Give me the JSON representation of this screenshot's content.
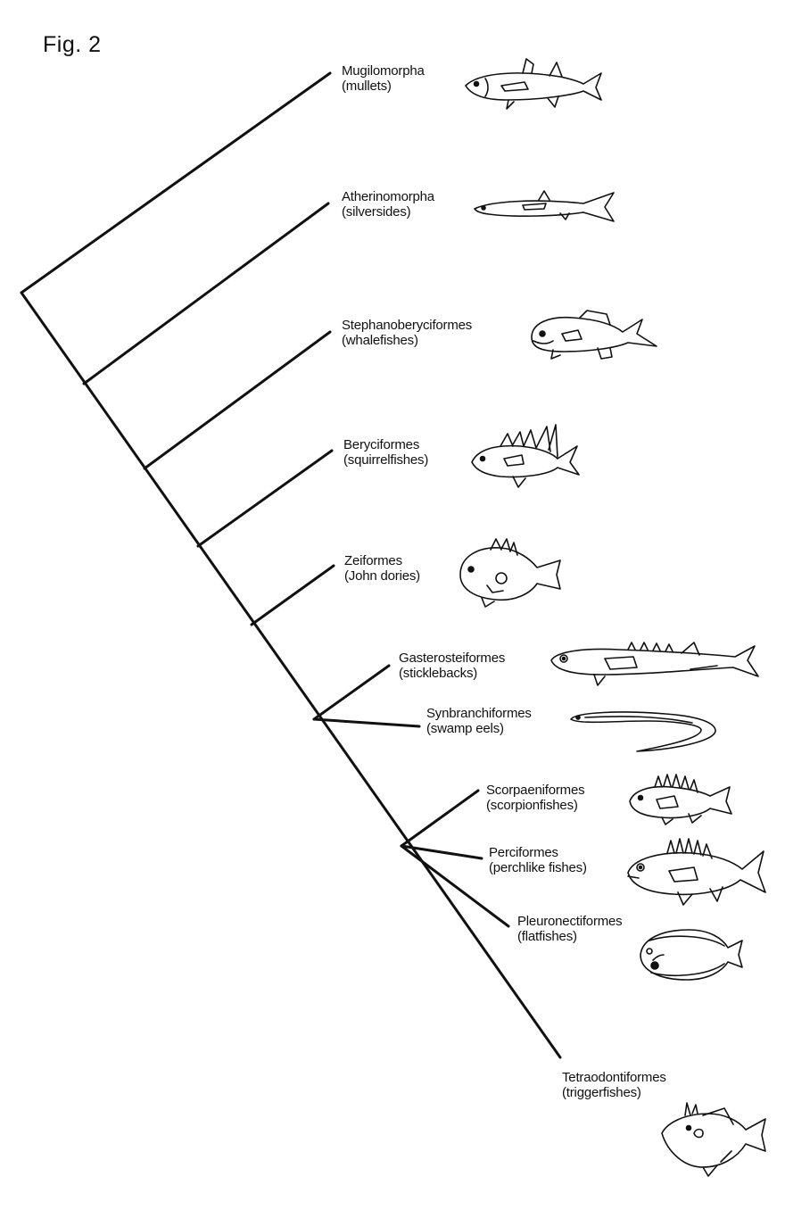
{
  "figure_label": "Fig. 2",
  "taxa": [
    {
      "name": "Mugilomorpha",
      "common": "(mullets)",
      "icon": "mullet-icon"
    },
    {
      "name": "Atherinomorpha",
      "common": "(silversides)",
      "icon": "silverside-icon"
    },
    {
      "name": "Stephanoberyciformes",
      "common": "(whalefishes)",
      "icon": "whalefish-icon"
    },
    {
      "name": "Beryciformes",
      "common": "(squirrelfishes)",
      "icon": "squirrelfish-icon"
    },
    {
      "name": "Zeiformes",
      "common": "(John dories)",
      "icon": "john-dory-icon"
    },
    {
      "name": "Gasterosteiformes",
      "common": "(sticklebacks)",
      "icon": "stickleback-icon"
    },
    {
      "name": "Synbranchiformes",
      "common": "(swamp eels)",
      "icon": "swamp-eel-icon"
    },
    {
      "name": "Scorpaeniformes",
      "common": "(scorpionfishes)",
      "icon": "scorpionfish-icon"
    },
    {
      "name": "Perciformes",
      "common": "(perchlike fishes)",
      "icon": "perch-icon"
    },
    {
      "name": "Pleuronectiformes",
      "common": "(flatfishes)",
      "icon": "flatfish-icon"
    },
    {
      "name": "Tetraodontiformes",
      "common": "(triggerfishes)",
      "icon": "triggerfish-icon"
    }
  ]
}
